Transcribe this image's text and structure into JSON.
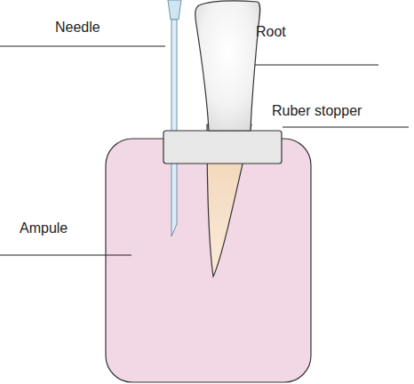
{
  "diagram": {
    "labels": [
      "Needle",
      "Root",
      "Ruber stopper",
      "Ampule"
    ]
  }
}
